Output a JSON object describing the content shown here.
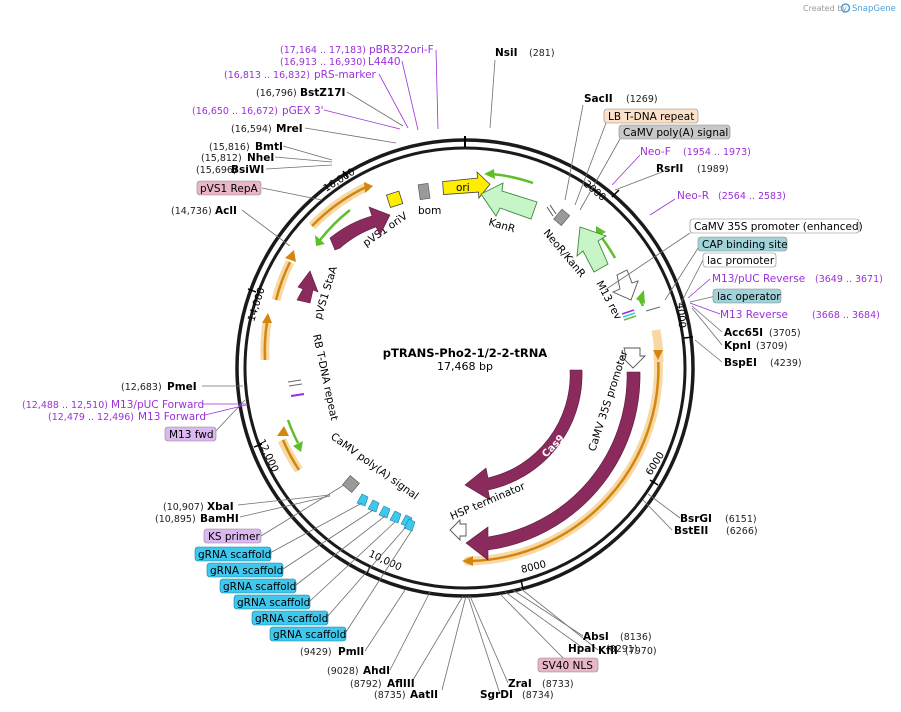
{
  "branding": {
    "created_by": "Created by",
    "app": "SnapGene"
  },
  "plasmid": {
    "name": "pTRANS-Pho2-1/2-2-tRNA",
    "length": "17,468 bp"
  },
  "ring_ticks": [
    "2000",
    "4000",
    "6000",
    "8000",
    "10,000",
    "12,000",
    "14,000",
    "16,000"
  ],
  "sites": [
    {
      "name": "NsiI",
      "pos": "(281)"
    },
    {
      "name": "SacII",
      "pos": "(1269)"
    },
    {
      "name": "RsrII",
      "pos": "(1989)"
    },
    {
      "name": "Acc65I",
      "pos": "(3705)"
    },
    {
      "name": "KpnI",
      "pos": "(3709)"
    },
    {
      "name": "BspEI",
      "pos": "(4239)"
    },
    {
      "name": "BsrGI",
      "pos": "(6151)"
    },
    {
      "name": "BstEII",
      "pos": "(6266)"
    },
    {
      "name": "KflI",
      "pos": "(7970)"
    },
    {
      "name": "AbsI",
      "pos": "(8136)"
    },
    {
      "name": "HpaI",
      "pos": "(8291)"
    },
    {
      "name": "ZraI",
      "pos": "(8733)"
    },
    {
      "name": "SgrDI",
      "pos": "(8734)"
    },
    {
      "name": "AatII",
      "pos": "(8735)"
    },
    {
      "name": "AflIII",
      "pos": "(8792)"
    },
    {
      "name": "AhdI",
      "pos": "(9028)"
    },
    {
      "name": "PmlI",
      "pos": "(9429)"
    },
    {
      "name": "BamHI",
      "pos": "(10,895)"
    },
    {
      "name": "XbaI",
      "pos": "(10,907)"
    },
    {
      "name": "PmeI",
      "pos": "(12,683)"
    },
    {
      "name": "AclI",
      "pos": "(14,736)"
    },
    {
      "name": "BsiWI",
      "pos": "(15,696)"
    },
    {
      "name": "NheI",
      "pos": "(15,812)"
    },
    {
      "name": "BmtI",
      "pos": "(15,816)"
    },
    {
      "name": "MreI",
      "pos": "(16,594)"
    },
    {
      "name": "BstZ17I",
      "pos": "(16,796)"
    }
  ],
  "primers": [
    {
      "name": "pBR322ori-F",
      "pos": "(17,164 .. 17,183)"
    },
    {
      "name": "L4440",
      "pos": "(16,913 .. 16,930)"
    },
    {
      "name": "pRS-marker",
      "pos": "(16,813 .. 16,832)"
    },
    {
      "name": "pGEX 3'",
      "pos": "(16,650 .. 16,672)"
    },
    {
      "name": "Neo-F",
      "pos": "(1954 .. 1973)"
    },
    {
      "name": "Neo-R",
      "pos": "(2564 .. 2583)"
    },
    {
      "name": "M13/pUC Reverse",
      "pos": "(3649 .. 3671)"
    },
    {
      "name": "M13 Reverse",
      "pos": "(3668 .. 3684)"
    },
    {
      "name": "M13/pUC Forward",
      "pos": "(12,488 .. 12,510)"
    },
    {
      "name": "M13 Forward",
      "pos": "(12,479 .. 12,496)"
    }
  ],
  "badges": [
    {
      "label": "LB T-DNA repeat",
      "fill": "#fde0c8"
    },
    {
      "label": "CaMV poly(A) signal",
      "fill": "#c8c8c8"
    },
    {
      "label": "CaMV 35S promoter (enhanced)",
      "fill": "#ffffff"
    },
    {
      "label": "CAP binding site",
      "fill": "#9fd3d9"
    },
    {
      "label": "lac promoter",
      "fill": "#ffffff"
    },
    {
      "label": "lac operator",
      "fill": "#9fd3d9"
    },
    {
      "label": "pVS1 RepA",
      "fill": "#e8b6c8"
    },
    {
      "label": "M13 fwd",
      "fill": "#dbb8ef"
    },
    {
      "label": "KS primer",
      "fill": "#dbb8ef"
    },
    {
      "label": "gRNA scaffold",
      "fill": "#3ec8ee"
    },
    {
      "label": "gRNA scaffold",
      "fill": "#3ec8ee"
    },
    {
      "label": "gRNA scaffold",
      "fill": "#3ec8ee"
    },
    {
      "label": "gRNA scaffold",
      "fill": "#3ec8ee"
    },
    {
      "label": "gRNA scaffold",
      "fill": "#3ec8ee"
    },
    {
      "label": "gRNA scaffold",
      "fill": "#3ec8ee"
    },
    {
      "label": "SV40 NLS",
      "fill": "#e8b6c8"
    }
  ],
  "features": {
    "ori": "ori",
    "bom": "bom",
    "kanr": "KanR",
    "neor": "NeoR/KanR",
    "m13rev": "M13 rev",
    "pvs1oriv": "pVS1 oriV",
    "pvs1staa": "pVS1 StaA",
    "rbtdna": "RB T-DNA repeat",
    "camvpolya": "CaMV poly(A) signal",
    "camv35s": "CaMV 35S promoter",
    "cas9a": "Cas9",
    "cas9b": "Cas9",
    "hsp": "HSP terminator"
  },
  "colors": {
    "cas9": "#8b2a5c",
    "orf_orange": "#d4860f",
    "orf_halo": "#f7d9a6",
    "kanr": "#c8f5c8",
    "primer": "#9b30d9",
    "gRNA": "#3ec8ee",
    "ori": "#ffee00"
  }
}
